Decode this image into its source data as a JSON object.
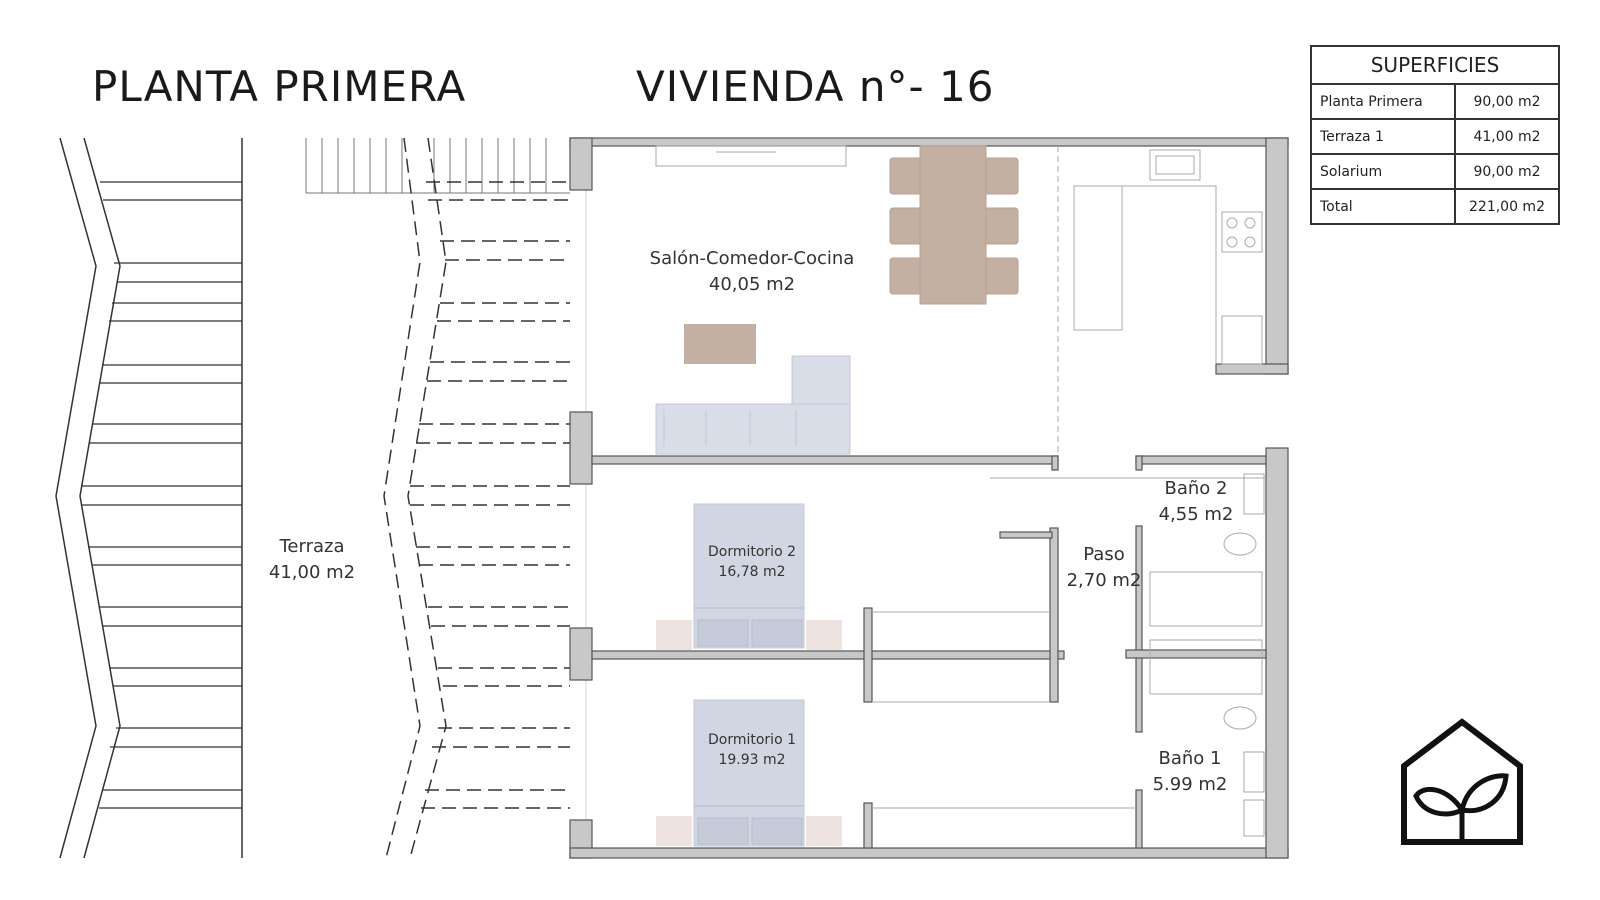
{
  "titles": {
    "floor": "PLANTA PRIMERA",
    "unit": "VIVIENDA n°- 16"
  },
  "rooms": {
    "living": {
      "name": "Salón-Comedor-Cocina",
      "area": "40,05 m2"
    },
    "bed2": {
      "name": "Dormitorio 2",
      "area": "16,78 m2"
    },
    "bed1": {
      "name": "Dormitorio 1",
      "area": "19.93 m2"
    },
    "bath2": {
      "name": "Baño 2",
      "area": "4,55 m2"
    },
    "bath1": {
      "name": "Baño 1",
      "area": "5.99  m2"
    },
    "hall": {
      "name": "Paso",
      "area": "2,70 m2"
    },
    "terrace": {
      "name": "Terraza",
      "area": "41,00 m2"
    }
  },
  "surfaces": {
    "header": "SUPERFICIES",
    "rows": [
      {
        "label": "Planta Primera",
        "value": "90,00 m2"
      },
      {
        "label": "Terraza 1",
        "value": "41,00 m2"
      },
      {
        "label": "Solarium",
        "value": "90,00 m2"
      },
      {
        "label": "Total",
        "value": "221,00 m2"
      }
    ]
  },
  "colors": {
    "wall": "#c8c8c8",
    "wall_stroke": "#555555",
    "furniture_wood": "#c4b0a2",
    "sofa": "#d9dde8",
    "bed": "#d2d6e2",
    "nightstand": "#efe3df"
  },
  "icons": {
    "logo": "house-sprout-icon"
  }
}
